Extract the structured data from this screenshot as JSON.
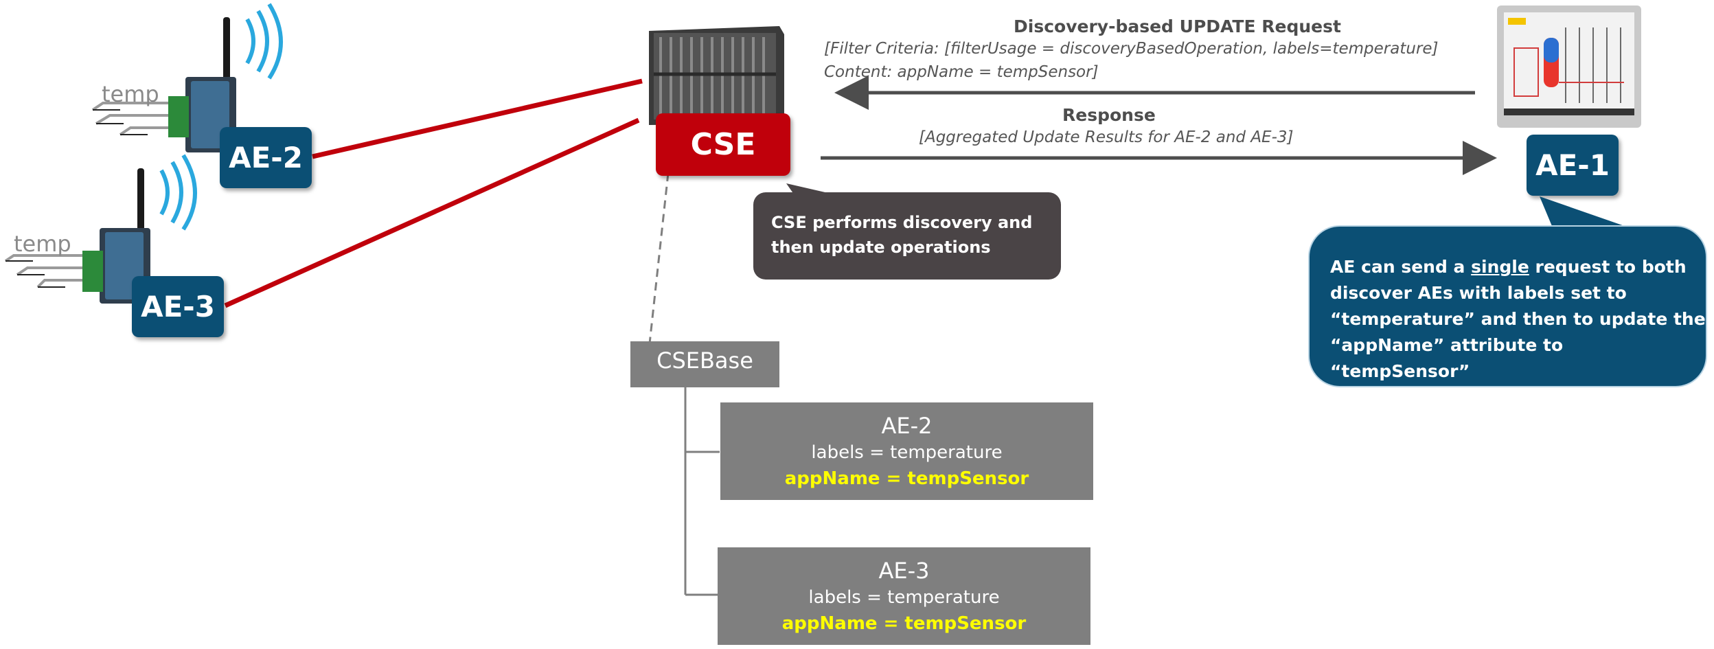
{
  "colors": {
    "ae_blue": "#0b4f74",
    "cse_red": "#c0000b",
    "link_red": "#c0000b",
    "arrow_gray": "#4d4d4d",
    "resource_gray": "#7f7f7f",
    "highlight_yellow": "#ffff00",
    "dark_callout": "#4a4446"
  },
  "nodes": {
    "ae2": {
      "label": "AE-2",
      "sensor_label": "temp",
      "icon": "gateway-device-icon"
    },
    "ae3": {
      "label": "AE-3",
      "sensor_label": "temp",
      "icon": "gateway-device-icon"
    },
    "cse": {
      "label": "CSE",
      "icon": "server-rack-icon"
    },
    "ae1": {
      "label": "AE-1",
      "icon": "monitor-screen-icon"
    }
  },
  "request": {
    "title": "Discovery-based UPDATE Request",
    "filter_line": "[Filter Criteria: [filterUsage = discoveryBasedOperation, labels=temperature]",
    "content_line": "Content: appName = tempSensor]"
  },
  "response": {
    "title": "Response",
    "detail_line": "[Aggregated Update Results for AE-2 and AE-3]"
  },
  "cse_callout": {
    "line1": "CSE performs discovery and",
    "line2": "then update operations"
  },
  "ae1_callout": {
    "line1_pre": "AE can send a ",
    "line1_emph": "single",
    "line1_post": " request to both",
    "line2": "discover AEs with labels set to",
    "line3": "“temperature” and then to update the",
    "line4": "“appName” attribute to “tempSensor”"
  },
  "resource_tree": {
    "root": "CSEBase",
    "children": [
      {
        "name": "AE-2",
        "labels": "labels = temperature",
        "app_name": "appName = tempSensor"
      },
      {
        "name": "AE-3",
        "labels": "labels = temperature",
        "app_name": "appName = tempSensor"
      }
    ]
  }
}
